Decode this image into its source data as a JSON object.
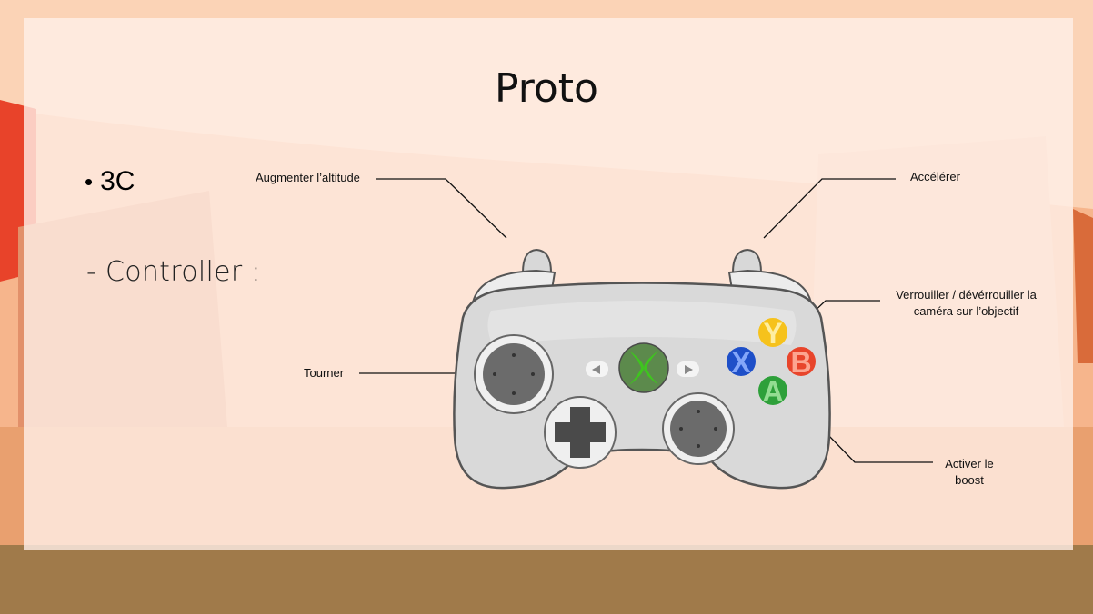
{
  "slide": {
    "title": "Proto",
    "bullet": "3C",
    "bullet_marker": "•",
    "sub_item": "- Controller :"
  },
  "controller": {
    "buttons": {
      "y": "Y",
      "b": "B",
      "x": "X",
      "a": "A"
    },
    "annotations": {
      "left_trigger": "Augmenter l’altitude",
      "right_trigger": "Accélérer",
      "face_button_x": "Verrouiller / dévérrouiller la caméra sur l’objectif",
      "left_stick": "Tourner",
      "face_button_a": "Activer le boost"
    }
  },
  "colors": {
    "background_sky": "#f4b48a",
    "panel": "#fff0e8",
    "button_y": "#f6c21c",
    "button_b": "#e8452b",
    "button_x": "#1e4fc8",
    "button_a": "#2ea03a",
    "guide_button": "#5c8a4c",
    "guide_x": "#3fc41f"
  },
  "icons": [
    "left-arrow-icon",
    "right-arrow-icon",
    "xbox-guide-icon",
    "dpad-icon"
  ]
}
